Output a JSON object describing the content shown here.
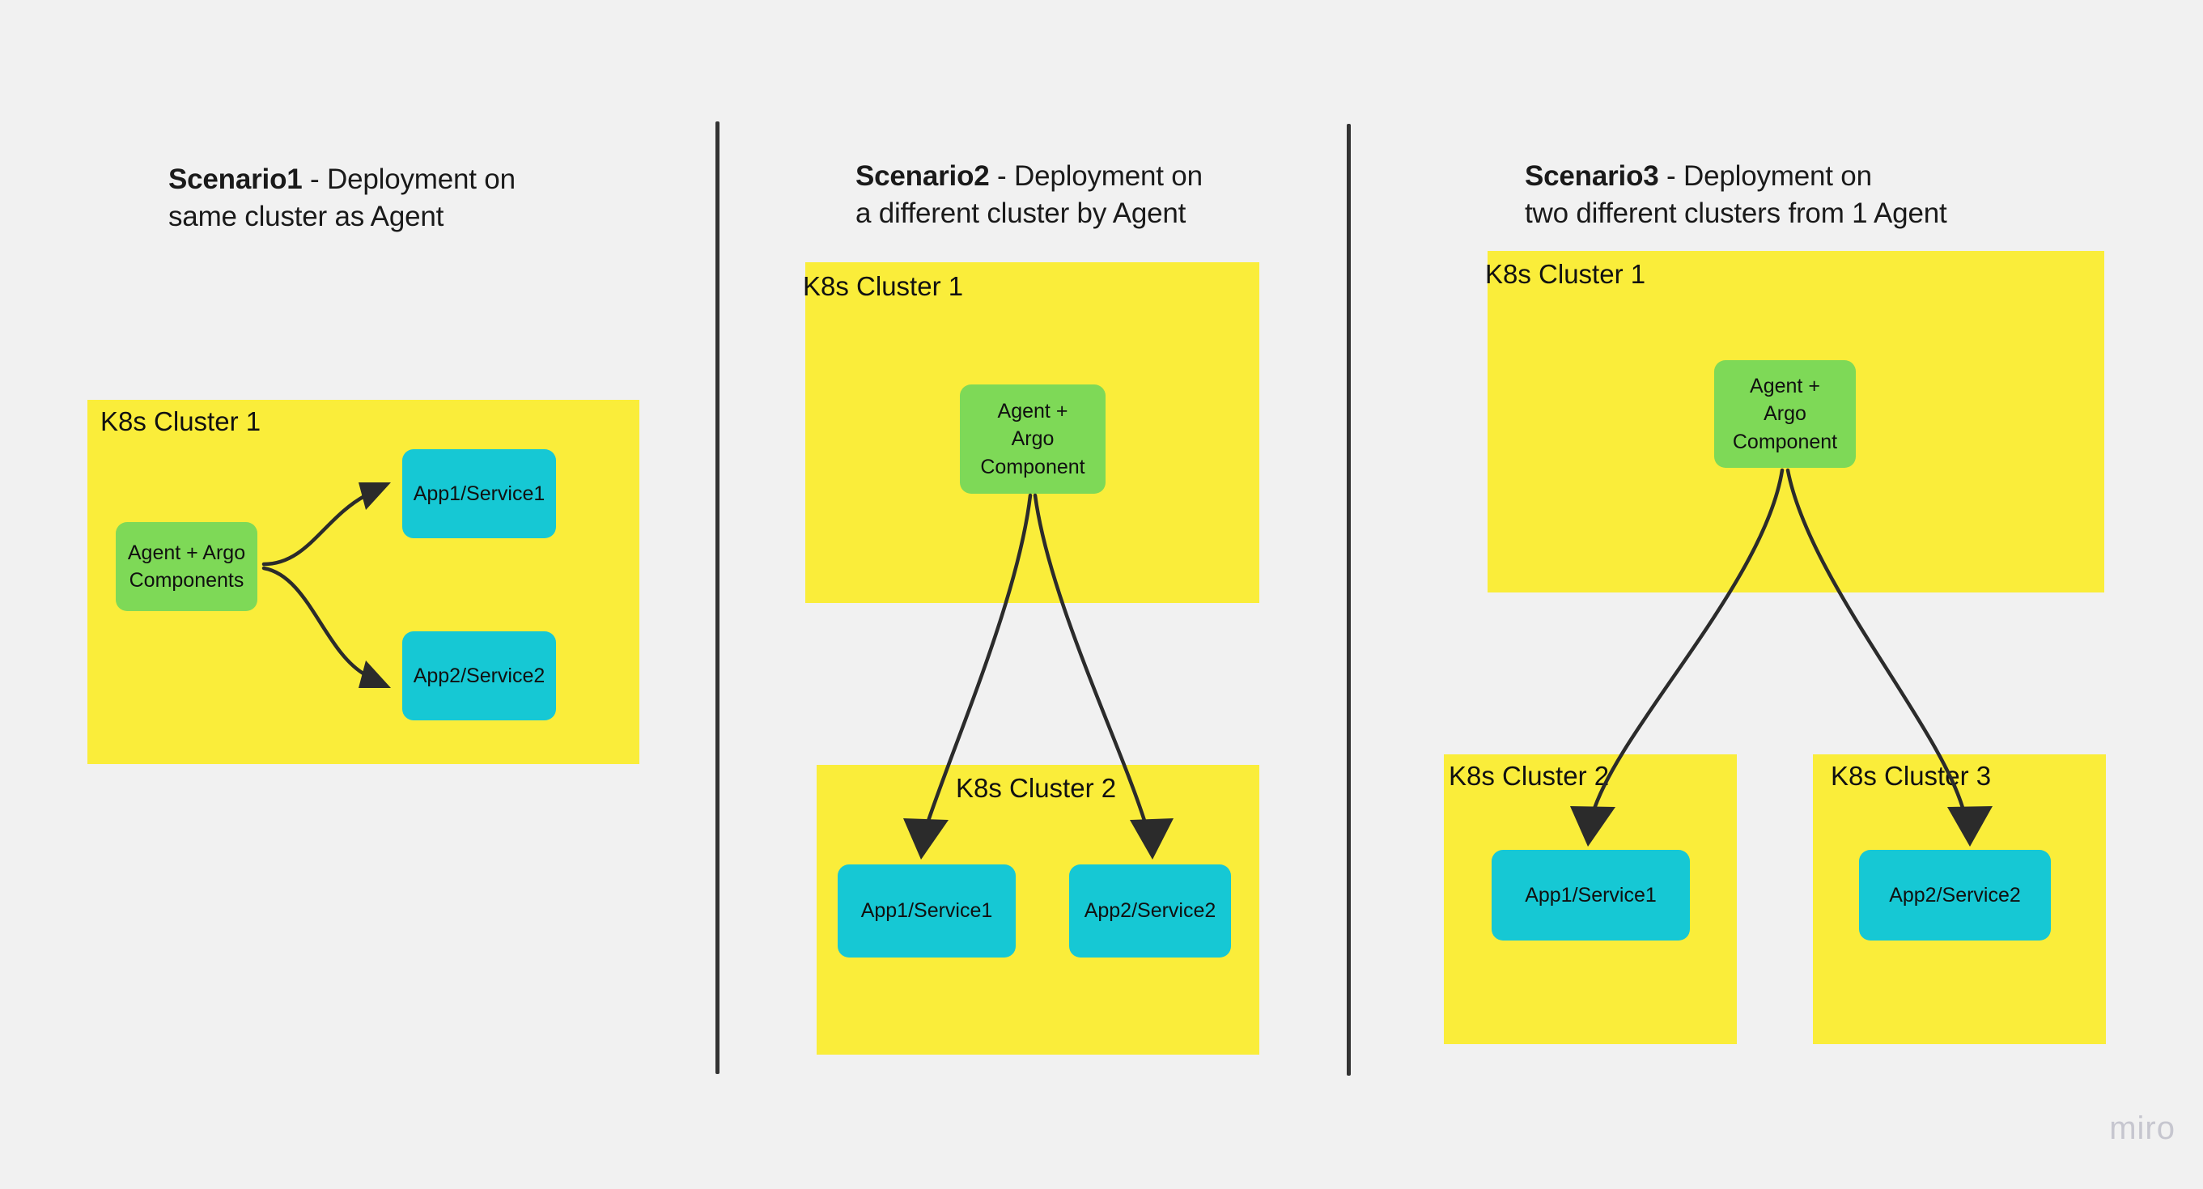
{
  "background_color": "#f1f1f1",
  "palette": {
    "cluster_yellow": "#faed3a",
    "agent_green": "#7ed957",
    "app_cyan": "#16c8d4",
    "arrow_black": "#2b2b2b",
    "divider_black": "#333333",
    "text_black": "#1a1a1a",
    "watermark_gray": "#c6c6cf"
  },
  "watermark": "miro",
  "scenarios": [
    {
      "id": "scenario-1",
      "title_lead": "Scenario1",
      "title_rest": " - Deployment on\nsame cluster as Agent",
      "clusters": [
        {
          "label": "K8s Cluster 1"
        }
      ],
      "nodes": [
        {
          "label": "Agent + Argo\nComponents",
          "kind": "agent"
        },
        {
          "label": "App1/Service1",
          "kind": "app"
        },
        {
          "label": "App2/Service2",
          "kind": "app"
        }
      ]
    },
    {
      "id": "scenario-2",
      "title_lead": "Scenario2",
      "title_rest": " - Deployment on\na different cluster by Agent",
      "clusters": [
        {
          "label": "K8s Cluster 1"
        },
        {
          "label": "K8s Cluster 2"
        }
      ],
      "nodes": [
        {
          "label": "Agent +\nArgo\nComponent",
          "kind": "agent"
        },
        {
          "label": "App1/Service1",
          "kind": "app"
        },
        {
          "label": "App2/Service2",
          "kind": "app"
        }
      ]
    },
    {
      "id": "scenario-3",
      "title_lead": "Scenario3",
      "title_rest": " - Deployment on\ntwo different clusters from 1 Agent",
      "clusters": [
        {
          "label": "K8s Cluster 1"
        },
        {
          "label": "K8s Cluster 2"
        },
        {
          "label": "K8s Cluster 3"
        }
      ],
      "nodes": [
        {
          "label": "Agent +\nArgo\nComponent",
          "kind": "agent"
        },
        {
          "label": "App1/Service1",
          "kind": "app"
        },
        {
          "label": "App2/Service2",
          "kind": "app"
        }
      ]
    }
  ]
}
